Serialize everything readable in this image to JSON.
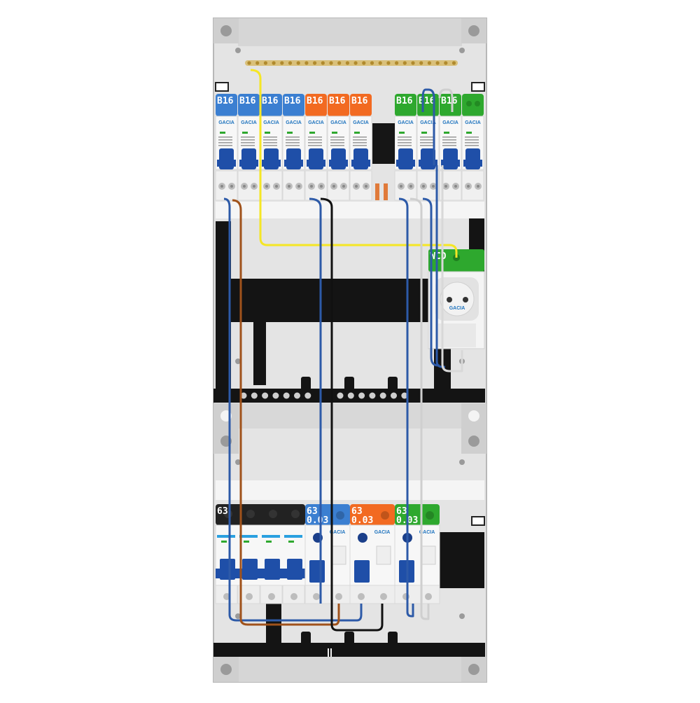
{
  "colors": {
    "blue": "#3b7fd1",
    "orange": "#f26a21",
    "green": "#2ea82e",
    "black": "#222222",
    "cabinet": "#e6e6e6",
    "rail": "#141414",
    "lever": "#1f4fa8"
  },
  "brand": "GACIA",
  "top_row": {
    "blue_breakers": [
      "B16",
      "B16",
      "B16",
      "B16"
    ],
    "orange_breakers": [
      "B16",
      "B16",
      "B16"
    ],
    "green_breakers": [
      "B16",
      "B16",
      "B16"
    ]
  },
  "socket": {
    "label": "WCD",
    "brand": "GACIA"
  },
  "bottom_row": {
    "main_switch": {
      "label": "63"
    },
    "rcds": [
      {
        "line1": "63",
        "line2": "0.03",
        "color": "blue"
      },
      {
        "line1": "63",
        "line2": "0.03",
        "color": "orange"
      },
      {
        "line1": "63",
        "line2": "0.03",
        "color": "green"
      }
    ]
  },
  "icons": [
    "mounting-screw-icon",
    "ground-terminal-icon"
  ]
}
